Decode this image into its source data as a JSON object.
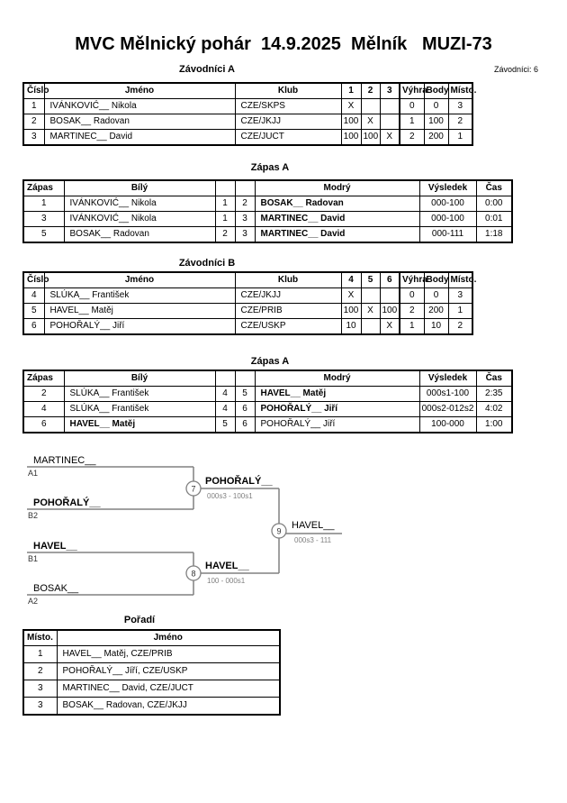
{
  "title": "MVC Mělnický pohár  14.9.2025  Mělník   MUZI-73",
  "competitors_note": "Závodníci: 6",
  "tables": {
    "competitors_a": {
      "title": "Závodníci A",
      "headers": {
        "cislo": "Číslo",
        "jmeno": "Jméno",
        "klub": "Klub",
        "c1": "1",
        "c2": "2",
        "c3": "3",
        "vyhra": "Výhra",
        "body": "Body",
        "misto": "Místo."
      },
      "rows": [
        [
          "1",
          "IVÁNKOVIĆ__ Nikola",
          "CZE/SKPS",
          "X",
          "",
          "",
          "0",
          "0",
          "3"
        ],
        [
          "2",
          "BOSAK__ Radovan",
          "CZE/JKJJ",
          "100",
          "X",
          "",
          "1",
          "100",
          "2"
        ],
        [
          "3",
          "MARTINEC__ David",
          "CZE/JUCT",
          "100",
          "100",
          "X",
          "2",
          "200",
          "1"
        ]
      ]
    },
    "matches_a": {
      "title": "Zápas A",
      "headers": {
        "zapas": "Zápas",
        "bily": "Bílý",
        "modry": "Modrý",
        "vysledek": "Výsledek",
        "cas": "Čas"
      },
      "rows": [
        [
          "1",
          "IVÁNKOVIĆ__ Nikola",
          "1",
          "2",
          "BOSAK__ Radovan",
          "000-100",
          "0:00"
        ],
        [
          "3",
          "IVÁNKOVIĆ__ Nikola",
          "1",
          "3",
          "MARTINEC__ David",
          "000-100",
          "0:01"
        ],
        [
          "5",
          "BOSAK__ Radovan",
          "2",
          "3",
          "MARTINEC__ David",
          "000-111",
          "1:18"
        ]
      ]
    },
    "competitors_b": {
      "title": "Závodníci B",
      "headers": {
        "cislo": "Číslo",
        "jmeno": "Jméno",
        "klub": "Klub",
        "c1": "4",
        "c2": "5",
        "c3": "6",
        "vyhra": "Výhra",
        "body": "Body",
        "misto": "Místo."
      },
      "rows": [
        [
          "4",
          "SLÚKA__ František",
          "CZE/JKJJ",
          "X",
          "",
          "",
          "0",
          "0",
          "3"
        ],
        [
          "5",
          "HAVEL__ Matěj",
          "CZE/PRIB",
          "100",
          "X",
          "100",
          "2",
          "200",
          "1"
        ],
        [
          "6",
          "POHOŘALÝ__ Jiří",
          "CZE/USKP",
          "10",
          "",
          "X",
          "1",
          "10",
          "2"
        ]
      ]
    },
    "matches_b": {
      "title": "Zápas A",
      "headers": {
        "zapas": "Zápas",
        "bily": "Bílý",
        "modry": "Modrý",
        "vysledek": "Výsledek",
        "cas": "Čas"
      },
      "rows": [
        [
          "2",
          "SLÚKA__ František",
          "4",
          "5",
          "HAVEL__ Matěj",
          "000s1-100",
          "2:35"
        ],
        [
          "4",
          "SLÚKA__ František",
          "4",
          "6",
          "POHOŘALÝ__ Jiří",
          "000s2-012s2",
          "4:02"
        ],
        [
          "6",
          "HAVEL__ Matěj",
          "5",
          "6",
          "POHOŘALÝ__ Jiří",
          "100-000",
          "1:00"
        ]
      ]
    },
    "ranking": {
      "title": "Pořadí",
      "headers": {
        "misto": "Místo.",
        "jmeno": "Jméno"
      },
      "rows": [
        [
          "1",
          "HAVEL__ Matěj, CZE/PRIB"
        ],
        [
          "2",
          "POHOŘALÝ__ Jíří, CZE/USKP"
        ],
        [
          "3",
          "MARTINEC__ David, CZE/JUCT"
        ],
        [
          "3",
          "BOSAK__ Radovan, CZE/JKJJ"
        ]
      ]
    }
  },
  "bracket": {
    "entrants": [
      {
        "name": "MARTINEC__",
        "seed": "A1"
      },
      {
        "name": "POHOŘALÝ__",
        "seed": "B2"
      },
      {
        "name": "HAVEL__",
        "seed": "B1"
      },
      {
        "name": "BOSAK__",
        "seed": "A2"
      }
    ],
    "matches": [
      {
        "number": "7",
        "winner": "POHOŘALÝ__",
        "score": "000s3 - 100s1"
      },
      {
        "number": "8",
        "winner": "HAVEL__",
        "score": "100 - 000s1"
      },
      {
        "number": "9",
        "winner": "HAVEL__",
        "score": "000s3 - 111"
      }
    ]
  },
  "colors": {
    "bracket_line": "#808080",
    "text": "#000000"
  }
}
